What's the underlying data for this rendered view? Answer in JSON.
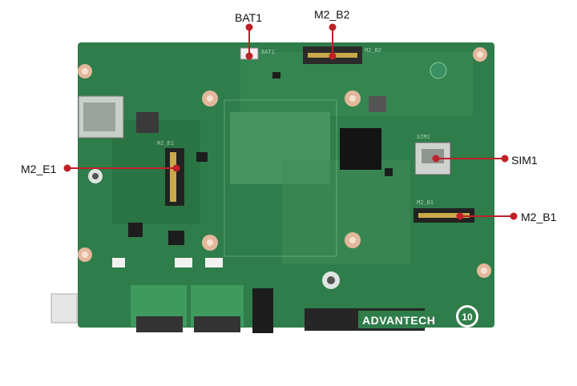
{
  "callouts": [
    {
      "id": "bat1",
      "label": "BAT1"
    },
    {
      "id": "m2_b2",
      "label": "M2_B2"
    },
    {
      "id": "m2_e1",
      "label": "M2_E1"
    },
    {
      "id": "sim1",
      "label": "SIM1"
    },
    {
      "id": "m2_b1",
      "label": "M2_B1"
    }
  ],
  "board": {
    "brand": "ADVANTECH",
    "badge": "10",
    "silkscreen": [
      "BAT1",
      "M2_E1",
      "SIM1",
      "M2_B1",
      "M2_B2"
    ]
  },
  "colors": {
    "pcb": "#2f7d4a",
    "pcb_light": "#4f9a66",
    "callout": "#c0202a"
  }
}
